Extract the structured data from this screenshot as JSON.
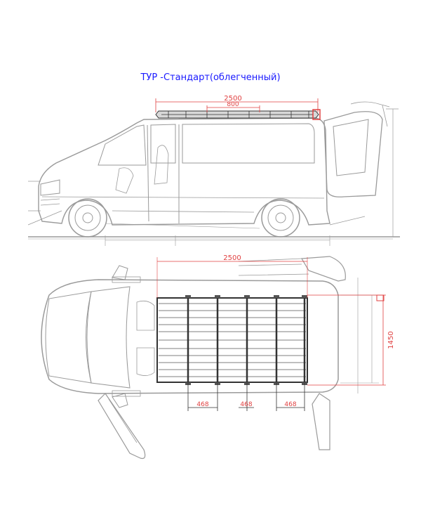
{
  "title": "ТУР -Стандарт(облегченный)",
  "side_view": {
    "rack_length": "2500",
    "crossbar_spacing": "800"
  },
  "top_view": {
    "rack_length": "2500",
    "bar_spacing_left": "468",
    "bar_spacing_mid": "468",
    "bar_spacing_right": "468",
    "rack_width": "1450"
  },
  "colors": {
    "title": "#1a1aff",
    "dimension": "#e04040",
    "drawing": "#9a9a9a"
  }
}
